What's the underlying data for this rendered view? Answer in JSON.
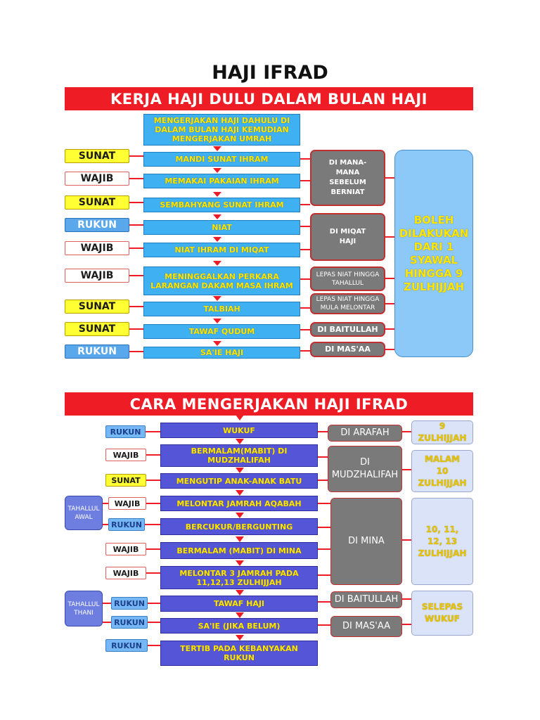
{
  "title": "HAJI IFRAD",
  "section1": {
    "banner": "KERJA HAJI DULU DALAM BULAN HAJI",
    "intro": "MENGERJAKAN HAJI DAHULU DI DALAM BULAN HAJI KEMUDIAN MENGERJAKAN UMRAH",
    "steps": [
      {
        "tag": "SUNAT",
        "text": "MANDI SUNAT IHRAM"
      },
      {
        "tag": "WAJIB",
        "text": "MEMAKAI PAKAIAN IHRAM"
      },
      {
        "tag": "SUNAT",
        "text": "SEMBAHYANG SUNAT IHRAM"
      },
      {
        "tag": "RUKUN",
        "text": "NIAT"
      },
      {
        "tag": "WAJIB",
        "text": "NIAT IHRAM DI MIQAT"
      },
      {
        "tag": "WAJIB",
        "text": "MENINGGALKAN PERKARA LARANGAN DAKAM MASA IHRAM"
      },
      {
        "tag": "SUNAT",
        "text": "TALBIAH"
      },
      {
        "tag": "SUNAT",
        "text": "TAWAF QUDUM"
      },
      {
        "tag": "RUKUN",
        "text": "SA'IE HAJI"
      }
    ],
    "places": [
      "DI MANA-MANA SEBELUM BERNIAT",
      "DI MIQAT HAJI",
      "LEPAS NIAT HINGGA TAHALLUL",
      "LEPAS NIAT HINGGA MULA MELONTAR",
      "DI BAITULLAH",
      "DI MAS'AA"
    ],
    "time": "BOLEH DILAKUKAN DARI 1 SYAWAL HINGGA 9 ZULHIJJAH"
  },
  "section2": {
    "banner": "CARA MENGERJAKAN HAJI IFRAD",
    "steps": [
      {
        "tag": "RUKUN",
        "text": "WUKUF"
      },
      {
        "tag": "WAJIB",
        "text": "BERMALAM(MABIT) DI MUDZHALIFAH"
      },
      {
        "tag": "SUNAT",
        "text": "MENGUTIP ANAK-ANAK BATU"
      },
      {
        "tag": "WAJIB",
        "text": "MELONTAR JAMRAH AQABAH"
      },
      {
        "tag": "RUKUN",
        "text": "BERCUKUR/BERGUNTING"
      },
      {
        "tag": "WAJIB",
        "text": "BERMALAM (MABIT) DI MINA"
      },
      {
        "tag": "WAJIB",
        "text": "MELONTAR 3 JAMRAH PADA 11,12,13 ZULHIJJAH"
      },
      {
        "tag": "RUKUN",
        "text": "TAWAF HAJI"
      },
      {
        "tag": "RUKUN",
        "text": "SA'IE (JIKA BELUM)"
      },
      {
        "tag": "RUKUN",
        "text": "TERTIB PADA KEBANYAKAN RUKUN"
      }
    ],
    "places": [
      "DI ARAFAH",
      "DI MUDZHALIFAH",
      "DI MINA",
      "DI BAITULLAH",
      "DI MAS'AA"
    ],
    "times": [
      "9 ZULHIJJAH",
      "MALAM 10 ZULHIJJAH",
      "10, 11, 12, 13 ZULHIJJAH",
      "SELEPAS WUKUF"
    ],
    "tahallul": [
      "TAHALLUL AWAL",
      "TAHALLUL THANI"
    ]
  }
}
